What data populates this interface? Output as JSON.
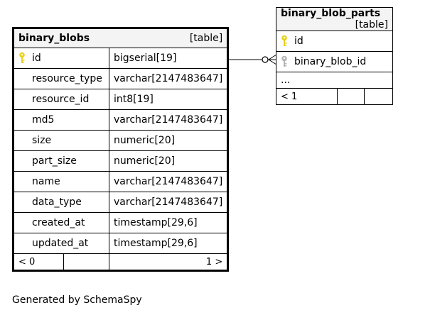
{
  "binary_blobs": {
    "name": "binary_blobs",
    "kind": "[table]",
    "columns": [
      {
        "name": "id",
        "type": "bigserial[19]",
        "key": "primary"
      },
      {
        "name": "resource_type",
        "type": "varchar[2147483647]"
      },
      {
        "name": "resource_id",
        "type": "int8[19]"
      },
      {
        "name": "md5",
        "type": "varchar[2147483647]"
      },
      {
        "name": "size",
        "type": "numeric[20]"
      },
      {
        "name": "part_size",
        "type": "numeric[20]"
      },
      {
        "name": "name",
        "type": "varchar[2147483647]"
      },
      {
        "name": "data_type",
        "type": "varchar[2147483647]"
      },
      {
        "name": "created_at",
        "type": "timestamp[29,6]"
      },
      {
        "name": "updated_at",
        "type": "timestamp[29,6]"
      }
    ],
    "footer_left": "< 0",
    "footer_right": "1 >"
  },
  "binary_blob_parts": {
    "name": "binary_blob_parts",
    "kind": "[table]",
    "columns": [
      {
        "name": "id",
        "key": "primary"
      },
      {
        "name": "binary_blob_id",
        "key": "foreign"
      }
    ],
    "more": "...",
    "footer_left": "< 1"
  },
  "credit": "Generated by SchemaSpy",
  "colors": {
    "primary_key": "#e8d11a",
    "foreign_key": "#b4b4b4"
  }
}
